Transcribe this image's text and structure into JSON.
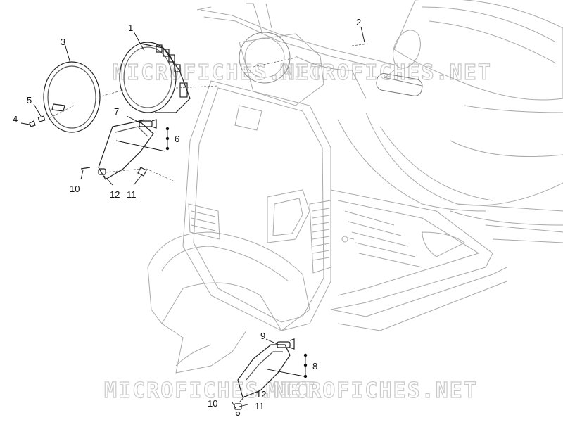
{
  "watermark": "MICROFICHES.NET",
  "callouts": [
    "1",
    "2",
    "3",
    "4",
    "5",
    "6",
    "7",
    "8",
    "9",
    "10",
    "11",
    "12",
    "10",
    "11",
    "12"
  ],
  "colors": {
    "line": "#9a9a9a",
    "dark_line": "#222222",
    "watermark": "#c9c9c9",
    "background": "#ffffff"
  }
}
